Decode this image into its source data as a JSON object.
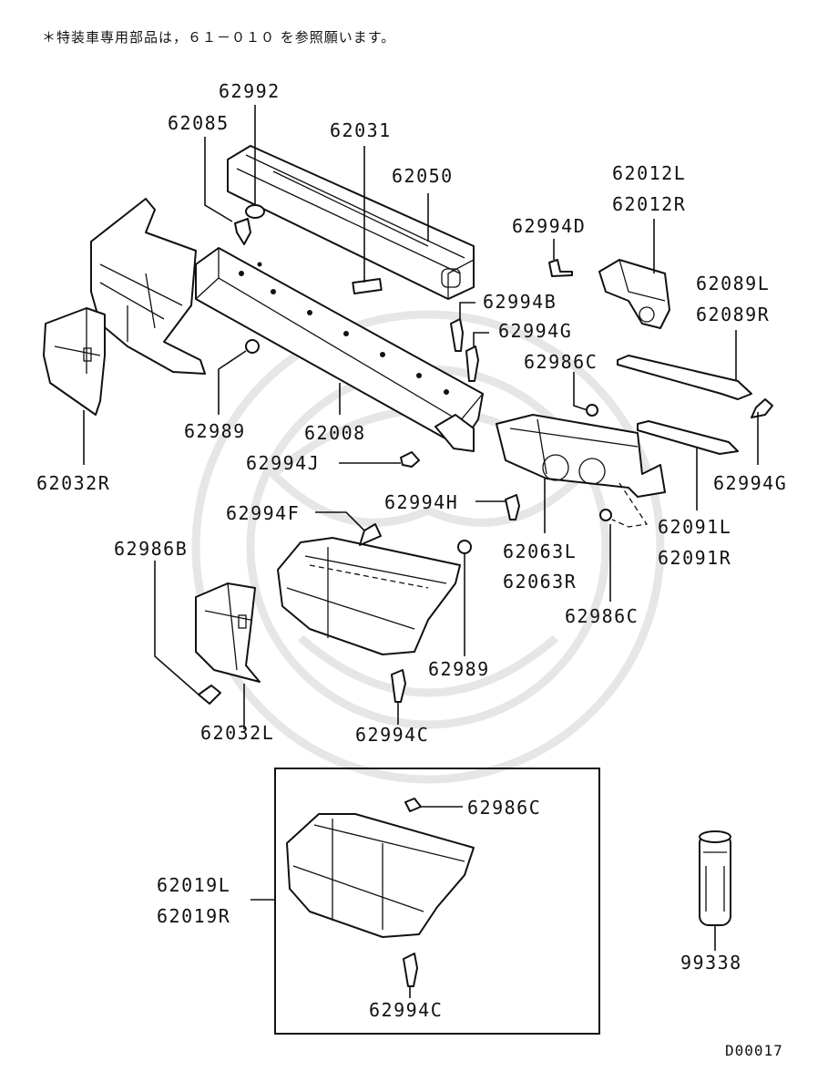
{
  "note": "＊特装車専用部品は，６１－０１０ を参照願います。",
  "labels": {
    "l62992": "62992",
    "l62085": "62085",
    "l62031": "62031",
    "l62050": "62050",
    "l62012L": "62012L",
    "l62012R": "62012R",
    "l62994D": "62994D",
    "l62089L": "62089L",
    "l62089R": "62089R",
    "l62994B": "62994B",
    "l62994G_1": "62994G",
    "l62986C_1": "62986C",
    "l62989_1": "62989",
    "l62008": "62008",
    "l62994G_2": "62994G",
    "l62032R": "62032R",
    "l62994J": "62994J",
    "l62994H": "62994H",
    "l62994F": "62994F",
    "l62091L": "62091L",
    "l62091R": "62091R",
    "l62063L": "62063L",
    "l62063R": "62063R",
    "l62986B": "62986B",
    "l62986C_2": "62986C",
    "l62989_2": "62989",
    "l62032L": "62032L",
    "l62994C_1": "62994C",
    "l62986C_3": "62986C",
    "l62019L": "62019L",
    "l62019R": "62019R",
    "l99338": "99338",
    "l62994C_2": "62994C"
  },
  "diagram_code": "D00017"
}
